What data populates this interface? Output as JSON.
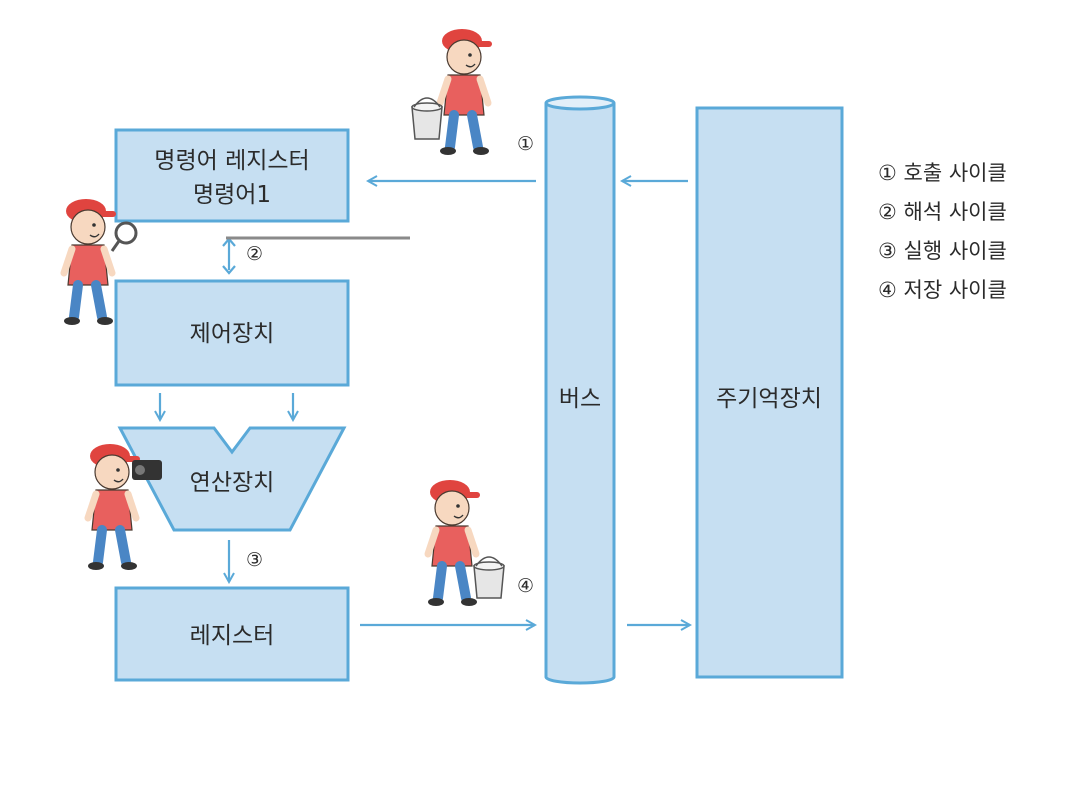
{
  "boxes": {
    "instruction_register": {
      "line1": "명령어 레지스터",
      "line2": "명령어1"
    },
    "control_unit": "제어장치",
    "alu": "연산장치",
    "register": "레지스터",
    "bus": "버스",
    "main_memory": "주기억장치"
  },
  "step_numbers": {
    "fetch": "①",
    "decode": "②",
    "execute": "③",
    "store": "④"
  },
  "legend": [
    "① 호출 사이클",
    "② 해석 사이클",
    "③ 실행 사이클",
    "④ 저장 사이클"
  ],
  "colors": {
    "box_fill": "#c6dff2",
    "box_stroke": "#5aa9d8",
    "worker_shirt": "#e8605e",
    "worker_cap": "#e0443f",
    "worker_pants": "#4a86c5"
  },
  "illustrations": [
    "worker-carrying-bucket-icon",
    "worker-with-magnifier-icon",
    "worker-with-camera-icon",
    "worker-carrying-bucket-icon"
  ]
}
